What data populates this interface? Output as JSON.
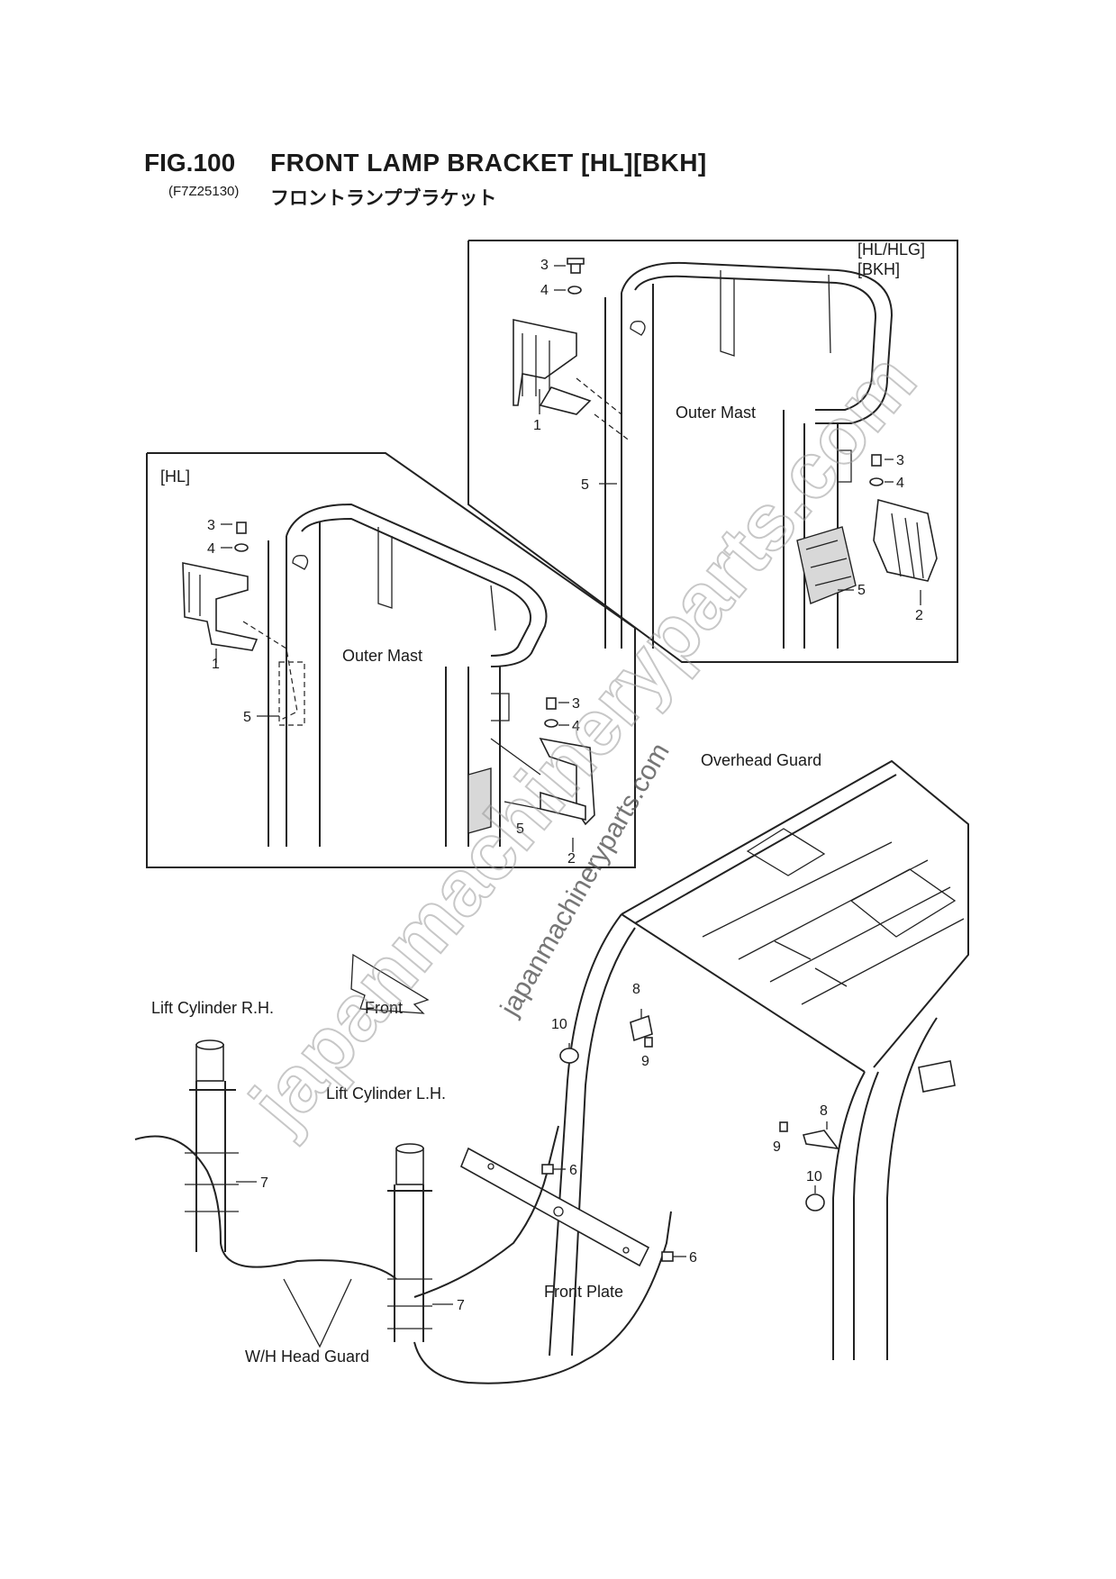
{
  "header": {
    "fig_no": "FIG.100",
    "title": "FRONT LAMP BRACKET [HL][BKH]",
    "code": "(F7Z25130)",
    "jp_title": "フロントランプブラケット"
  },
  "top_box": {
    "tag_line1": "[HL/HLG]",
    "tag_line2": "[BKH]",
    "outer_mast": "Outer Mast",
    "callouts": [
      "3",
      "4",
      "1",
      "5",
      "3",
      "4",
      "5",
      "2"
    ]
  },
  "hl_box": {
    "tag": "[HL]",
    "outer_mast": "Outer Mast",
    "callouts": [
      "3",
      "4",
      "1",
      "5",
      "3",
      "4",
      "5",
      "2"
    ]
  },
  "lower": {
    "overhead_guard": "Overhead Guard",
    "front": "Front",
    "lift_cyl_rh": "Lift Cylinder R.H.",
    "lift_cyl_lh": "Lift Cylinder L.H.",
    "front_plate": "Front Plate",
    "wh_head_guard": "W/H Head Guard",
    "callouts": [
      "10",
      "8",
      "9",
      "8",
      "9",
      "10",
      "6",
      "6",
      "7",
      "7"
    ]
  },
  "watermark": {
    "big": "japanmachineryparts.com",
    "small": "japanmachineryparts.com"
  }
}
